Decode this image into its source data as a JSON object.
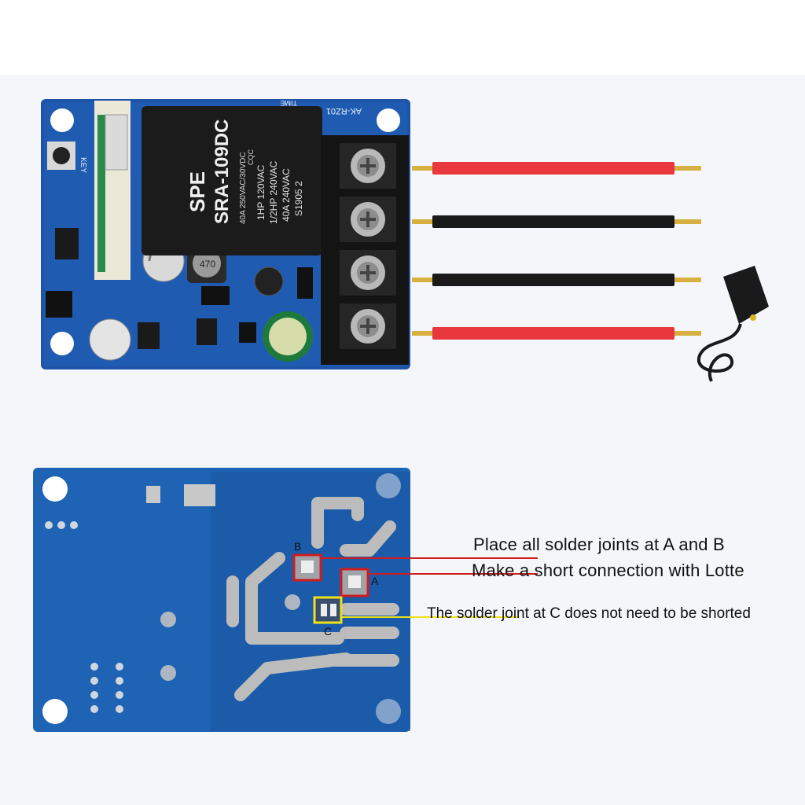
{
  "top_board": {
    "silkscreen_key": "KEY",
    "silkscreen_model": "AK-RZ01",
    "silkscreen_time": "TIME",
    "relay": {
      "brand": "SPE",
      "model": "SRA-109DC",
      "coil_rating": "40A 250VAC/30VDC",
      "hp_rating_120": "1HP 120VAC",
      "hp_rating_240": "1/2HP 240VAC",
      "ac_rating": "40A 240VAC",
      "code": "S1905 2",
      "cert": "CQC"
    },
    "inductor_code": "470",
    "wire_colors": [
      "#e8383d",
      "#1a1a1a",
      "#1a1a1a",
      "#e8383d"
    ]
  },
  "bottom_board": {
    "marker_a": "A",
    "marker_b": "B",
    "marker_c": "C",
    "marker_ab_color": "#d01c1c",
    "marker_c_color": "#f0e21a"
  },
  "captions": {
    "solder_ab": "Place all solder joints at A and B",
    "short_connection": "Make a short connection with Lotte",
    "c_not_shorted": "The solder joint at C does not need to be shorted"
  }
}
